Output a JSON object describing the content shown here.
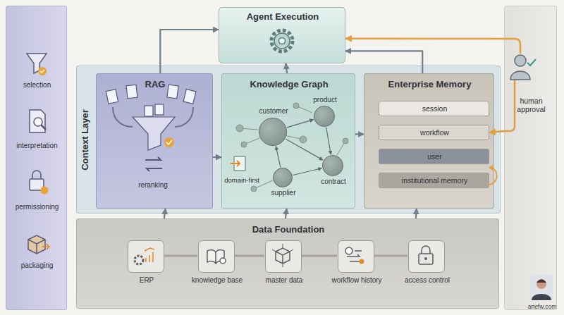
{
  "diagram": {
    "nodes": [
      {
        "text": [
          "Agent Execution"
        ]
      },
      {
        "text": [
          "selection",
          "interpretation",
          "permissioning",
          "packaging"
        ]
      },
      {
        "text": [
          "Context Layer"
        ]
      },
      {
        "text": [
          "RAG",
          "reranking"
        ],
        "in": 2
      },
      {
        "text": [
          "Knowledge Graph",
          "domain-first"
        ],
        "in": 2
      },
      {
        "text": [
          "customer"
        ],
        "in": 4
      },
      {
        "text": [
          "product"
        ],
        "in": 4
      },
      {
        "text": [
          "supplier"
        ],
        "in": 4
      },
      {
        "text": [
          "contract"
        ],
        "in": 4
      },
      {
        "text": [
          "Enterprise Memory"
        ],
        "in": 2
      },
      {
        "text": [
          "session"
        ],
        "in": 9
      },
      {
        "text": [
          "workflow"
        ],
        "in": 9
      },
      {
        "text": [
          "user"
        ],
        "in": 9
      },
      {
        "text": [
          "institutional memory"
        ],
        "in": 9
      },
      {
        "text": [
          "human approval"
        ]
      },
      {
        "text": [
          "Data Foundation"
        ]
      },
      {
        "text": [
          "ERP"
        ],
        "in": 15
      },
      {
        "text": [
          "knowledge base"
        ],
        "in": 15
      },
      {
        "text": [
          "master data"
        ],
        "in": 15
      },
      {
        "text": [
          "workflow history"
        ],
        "in": 15
      },
      {
        "text": [
          "access control"
        ],
        "in": 15
      }
    ],
    "edges": [
      {
        "from": 3,
        "to": 0,
        "arrow": "to"
      },
      {
        "from": 4,
        "to": 0,
        "arrow": "to"
      },
      {
        "from": 9,
        "to": 0,
        "arrow": "to"
      },
      {
        "from": 3,
        "to": 4,
        "arrow": "to"
      },
      {
        "from": 4,
        "to": 9,
        "arrow": "to"
      },
      {
        "from": 15,
        "to": 3,
        "arrow": "to"
      },
      {
        "from": 15,
        "to": 4,
        "arrow": "to"
      },
      {
        "from": 15,
        "to": 9,
        "arrow": "to"
      },
      {
        "from": 14,
        "to": 0,
        "arrow": "to"
      },
      {
        "from": 14,
        "to": 11,
        "arrow": "to"
      },
      {
        "from": 5,
        "to": 6,
        "arrow": "to"
      },
      {
        "from": 5,
        "to": 8,
        "arrow": "to"
      },
      {
        "from": 7,
        "to": 8,
        "arrow": "to"
      },
      {
        "from": 6,
        "to": 8,
        "arrow": "to"
      },
      {
        "from": 7,
        "to": 5,
        "arrow": "to"
      }
    ],
    "labels": [
      "ariefw.com"
    ]
  }
}
